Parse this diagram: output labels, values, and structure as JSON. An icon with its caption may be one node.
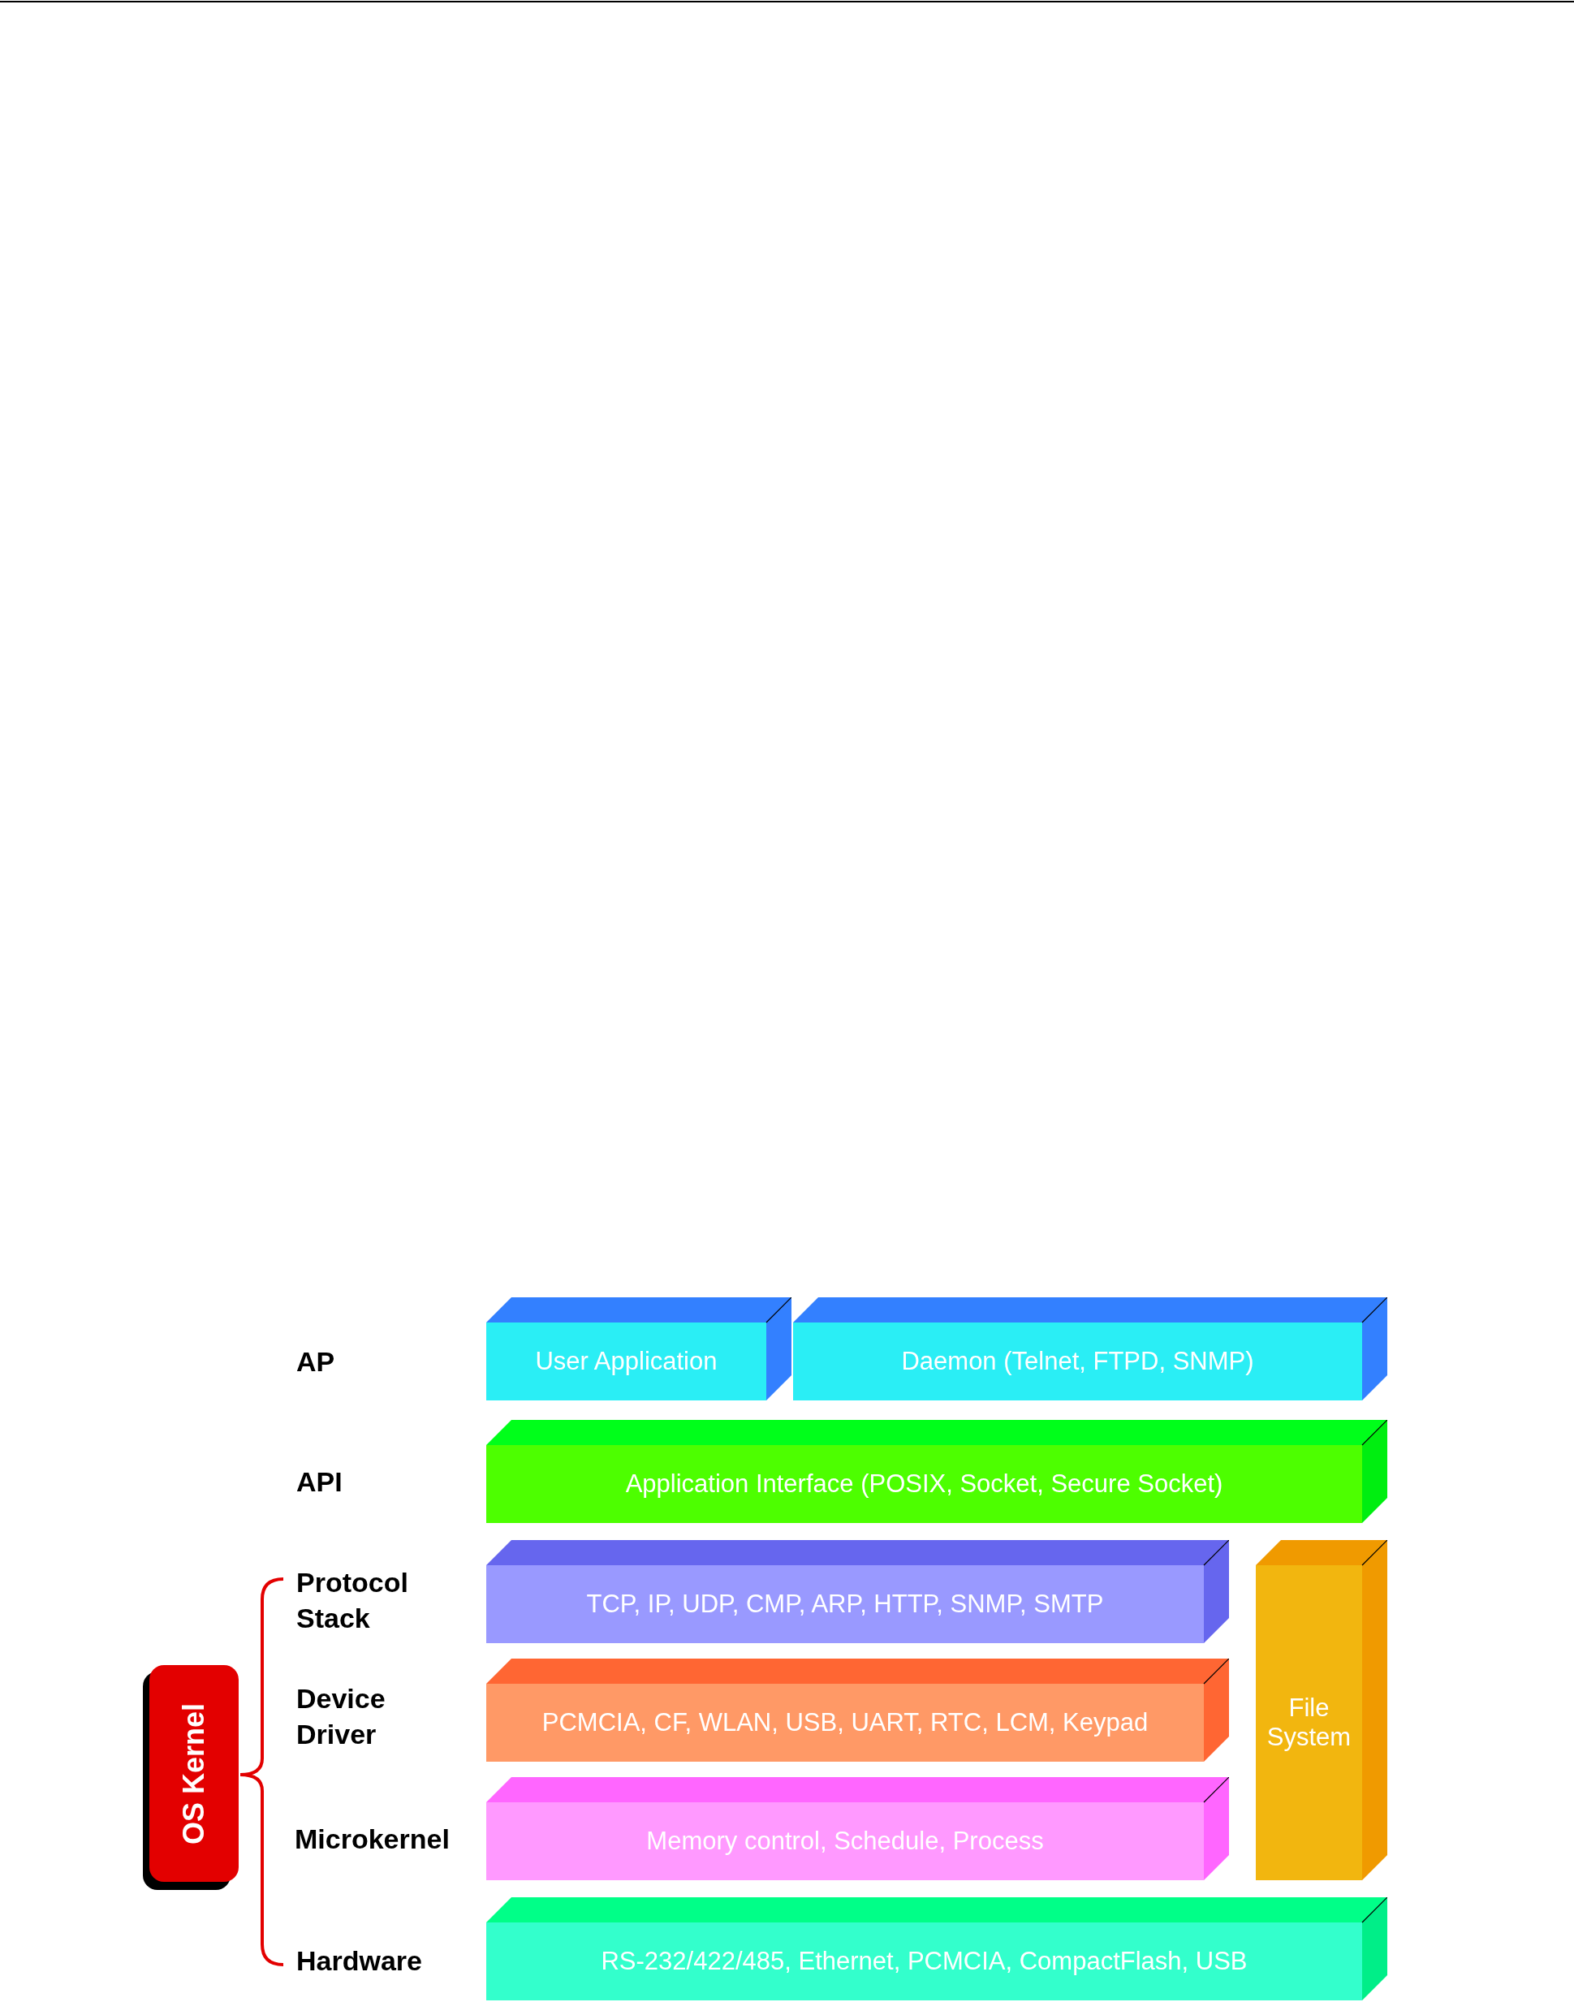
{
  "diagram": {
    "nodes": [
      {
        "text": [
          "User Application"
        ]
      },
      {
        "text": [
          "Daemon (Telnet, FTPD, SNMP)"
        ]
      },
      {
        "text": [
          "Application Interface (POSIX, Socket, Secure Socket)"
        ]
      },
      {
        "text": [
          "TCP, IP, UDP, CMP, ARP, HTTP, SNMP, SMTP"
        ]
      },
      {
        "text": [
          "File System"
        ]
      },
      {
        "text": [
          "PCMCIA, CF, WLAN, USB, UART, RTC, LCM, Keypad"
        ]
      },
      {
        "text": [
          "OS Kernel"
        ]
      },
      {
        "text": [
          "Memory control, Schedule, Process"
        ]
      },
      {
        "text": [
          "RS-232/422/485, Ethernet, PCMCIA, CompactFlash, USB"
        ]
      }
    ],
    "labels": [
      "AP",
      "API",
      "Protocol Stack",
      "Device Driver",
      "Microkernel",
      "Hardware"
    ]
  }
}
